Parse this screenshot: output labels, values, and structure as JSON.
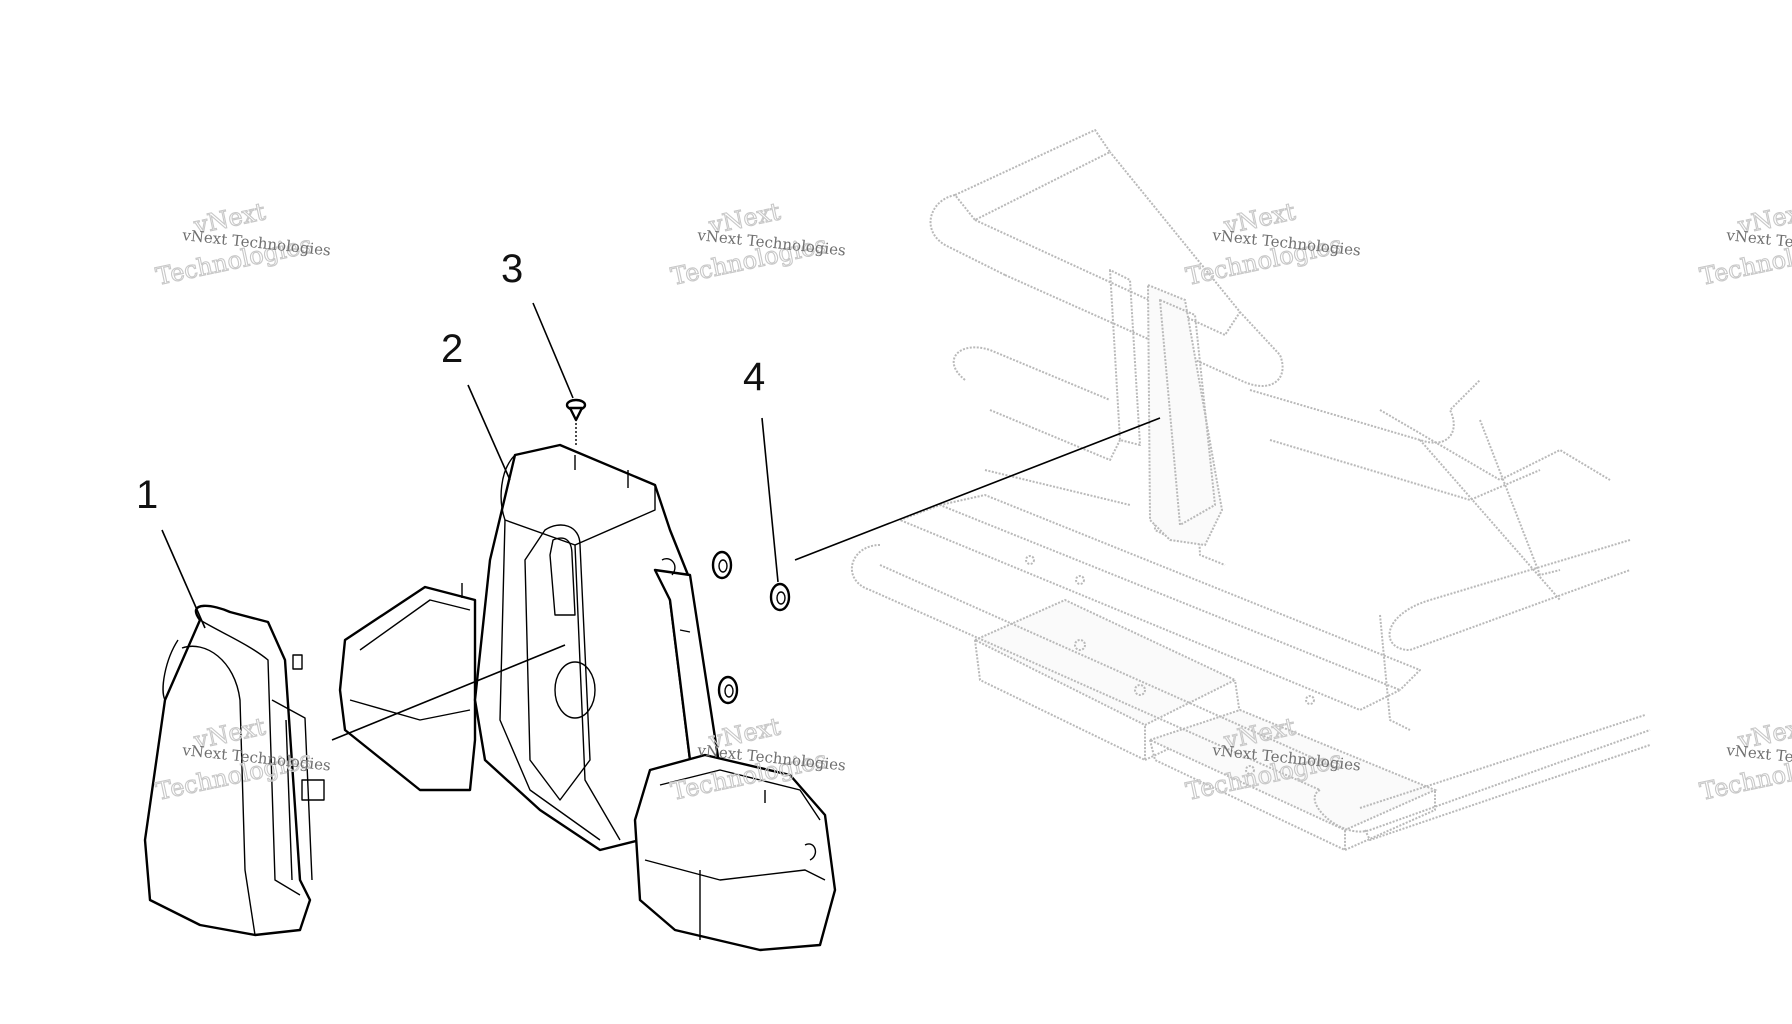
{
  "diagram": {
    "callouts": [
      {
        "id": "1",
        "label": "1"
      },
      {
        "id": "2",
        "label": "2"
      },
      {
        "id": "3",
        "label": "3"
      },
      {
        "id": "4",
        "label": "4"
      }
    ],
    "watermark": {
      "line1": "vNext Technologies",
      "line2": "Technologies",
      "line0": "vNext"
    },
    "colors": {
      "ink": "#000000",
      "ghost": "#b9b9b9",
      "watermark": "#c8c8c8"
    }
  }
}
